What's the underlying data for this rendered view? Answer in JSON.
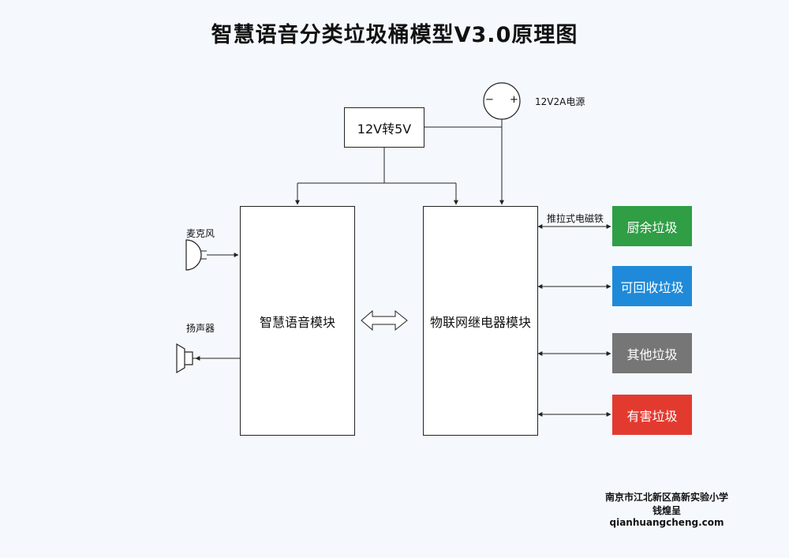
{
  "title": "智慧语音分类垃圾桶模型V3.0原理图",
  "power": {
    "minus": "−",
    "plus": "+",
    "label": "12V2A电源"
  },
  "converter": "12V转5V",
  "voice_module": "智慧语音模块",
  "relay_module": "物联网继电器模块",
  "microphone_label": "麦克风",
  "speaker_label": "扬声器",
  "solenoid_label": "推拉式电磁铁",
  "bins": [
    {
      "label": "厨余垃圾",
      "color": "#2f9e45"
    },
    {
      "label": "可回收垃圾",
      "color": "#1f8ad9"
    },
    {
      "label": "其他垃圾",
      "color": "#767676"
    },
    {
      "label": "有害垃圾",
      "color": "#e33a30"
    }
  ],
  "credit": {
    "school": "南京市江北新区高新实验小学",
    "name": "钱煌呈",
    "site": "qianhuangcheng.com"
  }
}
